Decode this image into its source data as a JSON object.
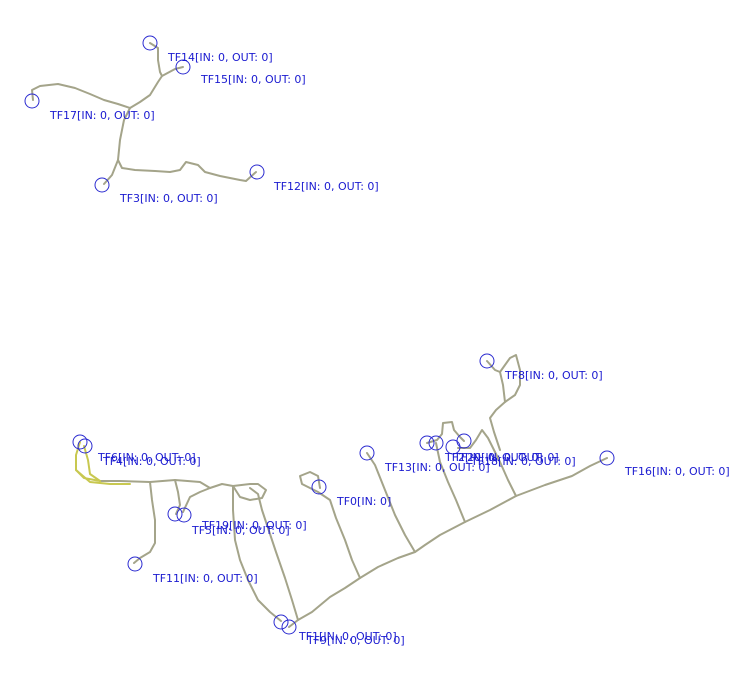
{
  "colors": {
    "road": "#a4a48a",
    "road_highlight": "#c8c850",
    "node_stroke": "#2b2bd0",
    "label": "#1a1ad0"
  },
  "nodes": [
    {
      "id": "TF14",
      "label": "TF14[IN: 0, OUT: 0]"
    },
    {
      "id": "TF15",
      "label": "TF15[IN: 0, OUT: 0]"
    },
    {
      "id": "TF17",
      "label": "TF17[IN: 0, OUT: 0]"
    },
    {
      "id": "TF3",
      "label": "TF3[IN: 0, OUT: 0]"
    },
    {
      "id": "TF12",
      "label": "TF12[IN: 0, OUT: 0]"
    },
    {
      "id": "TF8",
      "label": "TF8[IN: 0, OUT: 0]"
    },
    {
      "id": "TF6",
      "label": "TF6[IN: 0, OUT: 0]"
    },
    {
      "id": "TF4",
      "label": "TF4[IN: 0, OUT: 0]"
    },
    {
      "id": "TF13",
      "label": "TF13[IN: 0, OUT: 0]"
    },
    {
      "id": "TF2",
      "label": "TF2[IN: 0, OUT: 0]"
    },
    {
      "id": "TF20",
      "label": "TF20[IN: 0, OUT: 0]"
    },
    {
      "id": "TF18",
      "label": "TF18[IN: 0, OUT: 0]"
    },
    {
      "id": "TF16",
      "label": "TF16[IN: 0, OUT: 0]"
    },
    {
      "id": "TF0",
      "label": "TF0[IN: 0]"
    },
    {
      "id": "TF19",
      "label": "TF19[IN: 0, OUT: 0]"
    },
    {
      "id": "TF5",
      "label": "TF5[IN: 0, OUT: 0]"
    },
    {
      "id": "TF11",
      "label": "TF11[IN: 0, OUT: 0]"
    },
    {
      "id": "TF1",
      "label": "TF1[IN: 0, OUT: 0]"
    },
    {
      "id": "TF9",
      "label": "TF9[IN: 0, OUT: 0]"
    }
  ]
}
